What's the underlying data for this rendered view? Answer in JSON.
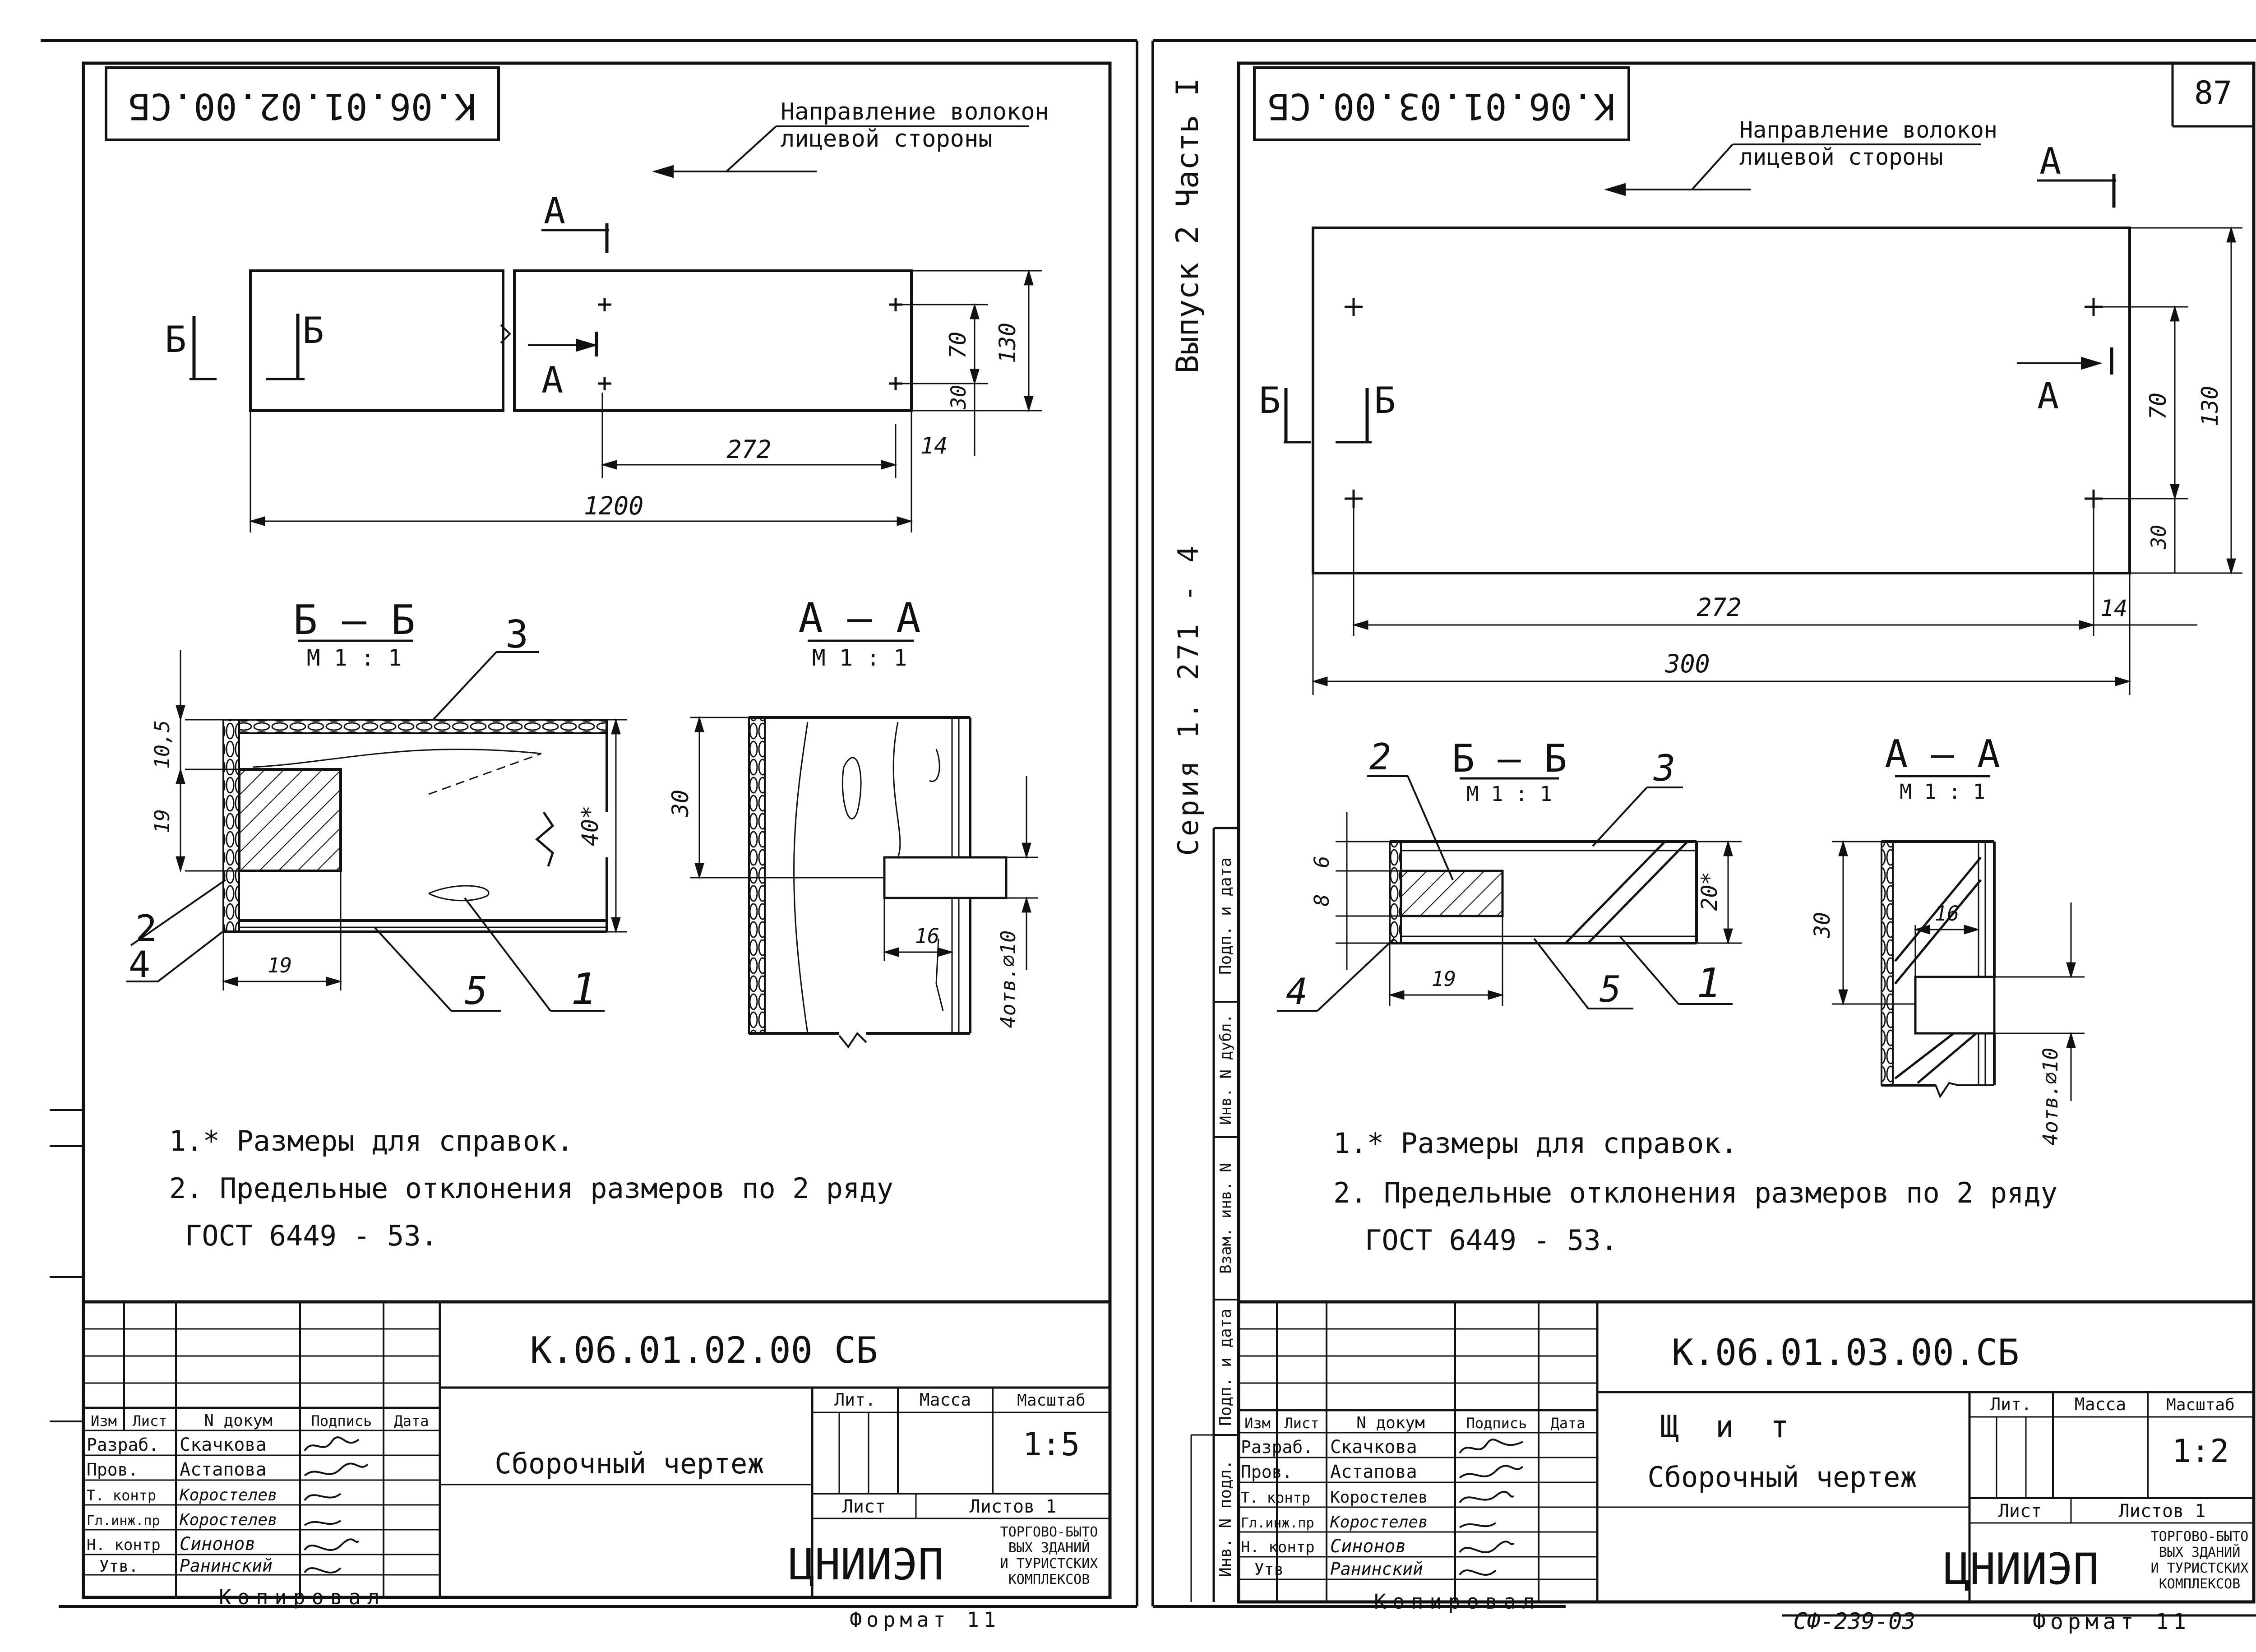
{
  "left_sheet": {
    "stamp_code": "К.06.01.02.00.СБ",
    "fiber_direction": [
      "Направление волокон",
      "лицевой стороны"
    ],
    "cut_a": "А",
    "cut_b": "Б",
    "dims": {
      "d272": "272",
      "d14": "14",
      "d1200": "1200",
      "d70": "70",
      "d130": "130",
      "d30": "30"
    },
    "section_bb": {
      "title": "Б — Б",
      "scale": "М 1 : 1",
      "dims": {
        "d105": "10,5",
        "d19v": "19",
        "d40": "40*",
        "d19h": "19"
      },
      "callouts": [
        "3",
        "2",
        "4",
        "5",
        "1"
      ]
    },
    "section_aa": {
      "title": "А — А",
      "scale": "М 1 : 1",
      "dims": {
        "d30": "30",
        "d16": "16",
        "d4": "4отв.⌀10"
      }
    },
    "notes": [
      "1.* Размеры для справок.",
      "2. Предельные отклонения размеров по 2 ряду",
      "ГОСТ 6449 - 53."
    ],
    "title_block": {
      "code": "К.06.01.02.00 СБ",
      "name": "Сборочный чертеж",
      "header": [
        "Изм",
        "Лист",
        "N докум",
        "Подпись",
        "Дата"
      ],
      "roles": [
        "Разраб.",
        "Пров.",
        "Т. контр",
        "Гл.инж.пр",
        "Н. контр",
        "Утв."
      ],
      "names": [
        "Скачкова",
        "Астапова",
        "Коростелев",
        "Коростелев",
        "Синонов",
        "Ранинский"
      ],
      "lit": "Лит.",
      "mass": "Масса",
      "scale_label": "Масштаб",
      "scale": "1:5",
      "sheet": "Лист",
      "sheets": "Листов 1",
      "org": "ЦНИИЭП",
      "org_sub": [
        "ТОРГОВО-БЫТО",
        "ВЫХ ЗДАНИЙ",
        "И ТУРИСТСКИХ",
        "КОМПЛЕКСОВ"
      ],
      "copied": "Копировал",
      "format": "Формат 11"
    }
  },
  "right_sheet": {
    "page_number": "87",
    "stamp_code": "К.06.01.03.00.СБ",
    "side_series": "Серия  1. 271 - 4",
    "side_issue": "Выпуск 2 Часть I",
    "fiber_direction": [
      "Направление волокон",
      "лицевой стороны"
    ],
    "cut_a": "А",
    "cut_b": "Б",
    "dims": {
      "d272": "272",
      "d14": "14",
      "d300": "300",
      "d70": "70",
      "d130": "130",
      "d30": "30"
    },
    "section_bb": {
      "title": "Б — Б",
      "scale": "М 1 : 1",
      "dims": {
        "d6": "6",
        "d8": "8",
        "d20": "20*",
        "d19": "19"
      },
      "callouts": [
        "2",
        "3",
        "4",
        "5",
        "1"
      ]
    },
    "section_aa": {
      "title": "А — А",
      "scale": "М 1 : 1",
      "dims": {
        "d30": "30",
        "d16": "16",
        "d4": "4отв.⌀10"
      }
    },
    "notes": [
      "1.* Размеры для справок.",
      "2. Предельные отклонения размеров по 2 ряду",
      "ГОСТ 6449 - 53."
    ],
    "side_columns": [
      "Инв. N подл.",
      "Подп. и дата",
      "Взам. инв. N",
      "Инв. N дубл.",
      "Подп. и дата"
    ],
    "title_block": {
      "code": "К.06.01.03.00.СБ",
      "name_1": "Щ и т",
      "name_2": "Сборочный чертеж",
      "header": [
        "Изм",
        "Лист",
        "N докум",
        "Подпись",
        "Дата"
      ],
      "roles": [
        "Разраб.",
        "Пров.",
        "Т. контр",
        "Гл.инж.пр",
        "Н. контр",
        "Утв"
      ],
      "names": [
        "Скачкова",
        "Астапова",
        "Коростелев",
        "Коростелев",
        "Синонов",
        "Ранинский"
      ],
      "lit": "Лит.",
      "mass": "Масса",
      "scale_label": "Масштаб",
      "scale": "1:2",
      "sheet": "Лист",
      "sheets": "Листов 1",
      "org": "ЦНИИЭП",
      "org_sub": [
        "ТОРГОВО-БЫТО",
        "ВЫХ ЗДАНИЙ",
        "И ТУРИСТСКИХ",
        "КОМПЛЕКСОВ"
      ],
      "copied": "Копировал",
      "format": "Формат 11",
      "footer_code": "СФ-239-03"
    }
  }
}
